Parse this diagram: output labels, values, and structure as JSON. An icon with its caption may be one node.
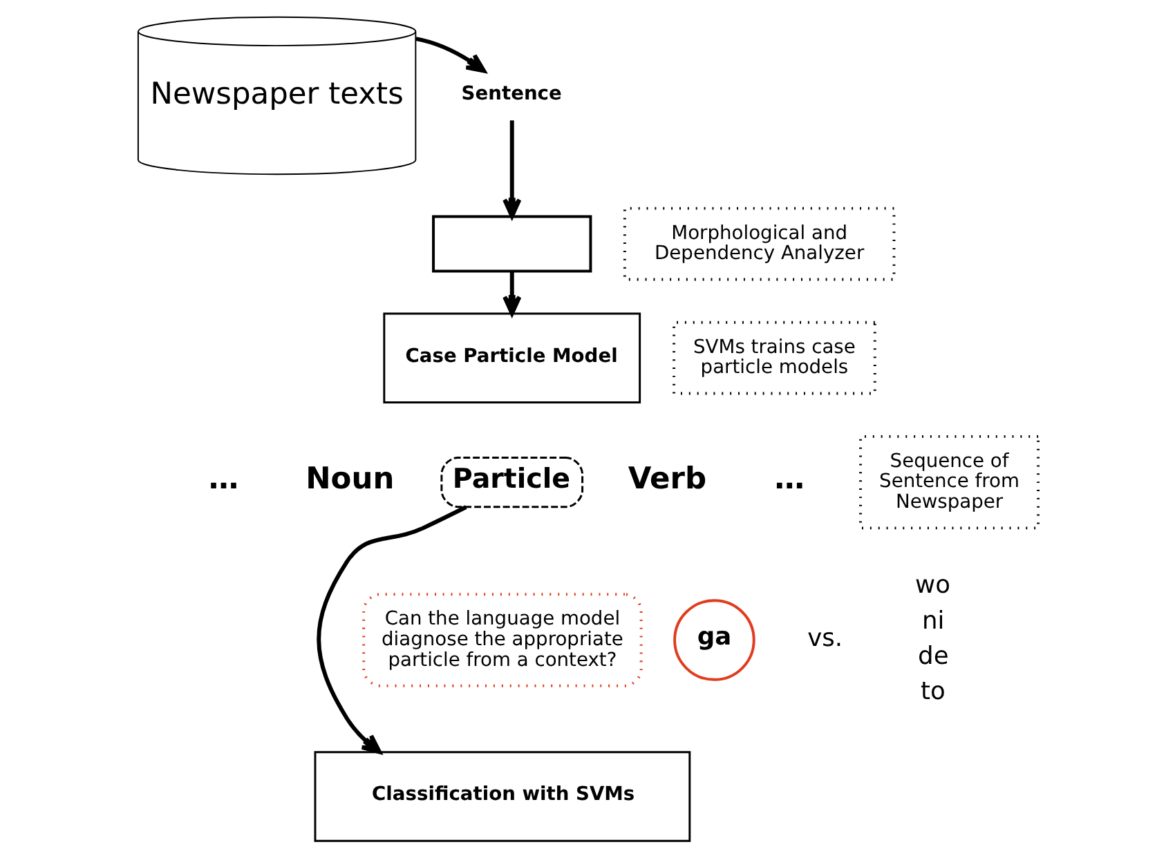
{
  "diagram": {
    "nodes": [
      {
        "text": [
          "Newspaper texts"
        ]
      },
      {
        "text": [
          "Sentence"
        ]
      },
      {
        "text": [],
        "shape": "box"
      },
      {
        "text": [
          "Morphological and Dependency Analyzer"
        ]
      },
      {
        "text": [
          "Case Particle Model"
        ]
      },
      {
        "text": [
          "SVMs trains case particle models"
        ]
      },
      {
        "text": [
          "Particle"
        ]
      },
      {
        "text": [
          "Sequence of Sentence from Newspaper"
        ]
      },
      {
        "text": [
          "ga"
        ]
      },
      {
        "text": [
          "Can the language model diagnose the appropriate particle from a context?"
        ]
      },
      {
        "text": [
          "Classification with SVMs"
        ]
      }
    ],
    "edges": [
      {
        "from": 0,
        "to": 1,
        "arrow": "to"
      },
      {
        "from": 1,
        "to": 2,
        "arrow": "to"
      },
      {
        "from": 2,
        "to": 4,
        "arrow": "to"
      },
      {
        "from": 6,
        "to": 10,
        "arrow": "to"
      }
    ],
    "labels": [
      "…",
      "Noun",
      "Verb",
      "…",
      "vs.",
      "wo",
      "ni",
      "de",
      "to"
    ]
  }
}
